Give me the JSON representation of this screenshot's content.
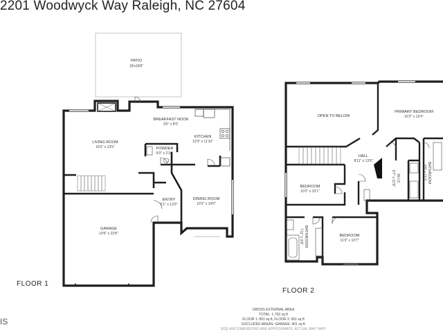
{
  "title": "2201 Woodwyck Way Raleigh, NC 27604",
  "floor1": {
    "label": "FLOOR 1",
    "rooms": {
      "patio": {
        "name": "PATIO",
        "dims": "18'x18'8\""
      },
      "breakfast": {
        "name": "BREAKFAST NOOK",
        "dims": "9'5\" x 8'6\""
      },
      "living": {
        "name": "LIVING ROOM",
        "dims": "18'3\" x 13'5\""
      },
      "kitchen": {
        "name": "KITCHEN",
        "dims": "10'3\" x 11'10\""
      },
      "powder": {
        "name": "POWDER",
        "dims": "6'0\" x 2'10\""
      },
      "entry": {
        "name": "ENTRY",
        "dims": "6'1\" x 13'0\""
      },
      "dining": {
        "name": "DINING ROOM",
        "dims": "10'3\" x 14'0\""
      },
      "garage": {
        "name": "GARAGE",
        "dims": "19'6\" x 22'8\""
      }
    }
  },
  "floor2": {
    "label": "FLOOR 2",
    "rooms": {
      "open_below": {
        "name": "OPEN TO BELOW",
        "dims": ""
      },
      "primary_bedroom": {
        "name": "PRIMARY BEDROOM",
        "dims": "16'2\" x 13'4\""
      },
      "hall": {
        "name": "HALL",
        "dims": "8'11\" x 13'6\""
      },
      "bedroom_a": {
        "name": "BEDROOM",
        "dims": "10'2\" x 10'1\""
      },
      "wic": {
        "name": "W.I.C",
        "dims": "6'7\" x 10'9\""
      },
      "primary_bath": {
        "name": "BATHROOM",
        "dims": "9'5\" x 11'7\""
      },
      "bathroom": {
        "name": "BATHROOM",
        "dims": "7'11\" x 9'9\""
      },
      "bedroom_b": {
        "name": "BEDROOM",
        "dims": "11'0\" x 10'7\""
      }
    }
  },
  "summary": {
    "heading": "GROSS EXTERNAL AREA",
    "total": "TOTAL: 1,762 sq ft",
    "floors": "FLOOR 1: 801 sq ft, FLOOR 2: 961 sq ft",
    "excluded": "EXCLUDED AREAS: GARAGE: 401 sq ft",
    "disclaimer": "SIZE AND DIMENSIONS ARE APPROXIMATE, ACTUAL MAY VARY"
  },
  "corner_mark": "IS"
}
